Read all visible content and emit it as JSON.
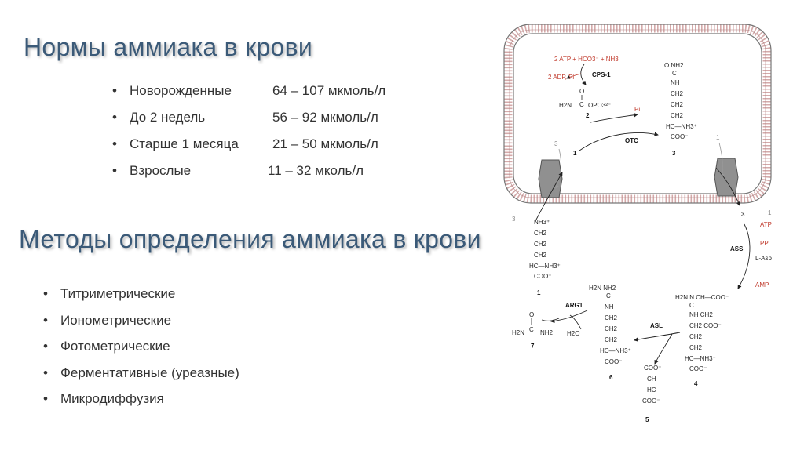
{
  "section1": {
    "title": "Нормы аммиака в крови",
    "items": [
      {
        "name": "Новорожденные",
        "value": "64 – 107 мкмоль/л"
      },
      {
        "name": "До 2 недель",
        "value": "56 – 92  мкмоль/л"
      },
      {
        "name": "Старше 1 месяца",
        "value": "21 – 50  мкмоль/л"
      },
      {
        "name": "Взрослые",
        "value": "11 – 32  мколь/л"
      }
    ]
  },
  "section2": {
    "title": "Методы определения аммиака в крови",
    "items": [
      "Титриметрические",
      "Ионометрические",
      "Фотометрические",
      "Ферментативные (уреазные)",
      "Микродиффузия"
    ]
  },
  "diagram": {
    "colors": {
      "membrane": "#d9b3b3",
      "accent": "#c0392b",
      "protein": "#8a8a8a"
    },
    "reaction1": "2 ATP + HCO3⁻ + NH3",
    "products1": "2 ADP, Pi",
    "cps1": "CPS-1",
    "pi": "Pi",
    "otc": "OTC",
    "ass": "ASS",
    "atp": "ATP",
    "ppi": "PPi",
    "l_asp": "L-Asp",
    "amp": "AMP",
    "asl": "ASL",
    "arg1": "ARG1",
    "h2o": "H2O",
    "n1": "1",
    "n2": "2",
    "n3": "3",
    "n4": "4",
    "n5": "5",
    "n6": "6",
    "n7": "7",
    "ghost_3": "3",
    "ghost_1": "1",
    "carbamoyl": {
      "o": "O",
      "h2n": "H2N",
      "c": "C",
      "opo3": "OPO3²⁻"
    },
    "citrulline": [
      "O   NH2",
      "C",
      "NH",
      "CH2",
      "CH2",
      "CH2",
      "HC—NH3⁺",
      "COO⁻"
    ],
    "ornithine": [
      "NH3⁺",
      "CH2",
      "CH2",
      "CH2",
      "HC—NH3⁺",
      "COO⁻"
    ],
    "arginine": [
      "H2N   NH2",
      "C",
      "NH",
      "CH2",
      "CH2",
      "CH2",
      "HC—NH3⁺",
      "COO⁻"
    ],
    "argininosuccinate": [
      "H2N   N   CH—COO⁻",
      "C",
      "NH   CH2",
      "CH2   COO⁻",
      "CH2",
      "CH2",
      "HC—NH3⁺",
      "COO⁻"
    ],
    "fumarate": [
      "COO⁻",
      "CH",
      "HC",
      "COO⁻"
    ],
    "urea": {
      "o": "O",
      "c": "C",
      "h2n": "H2N",
      "nh2": "NH2"
    }
  }
}
